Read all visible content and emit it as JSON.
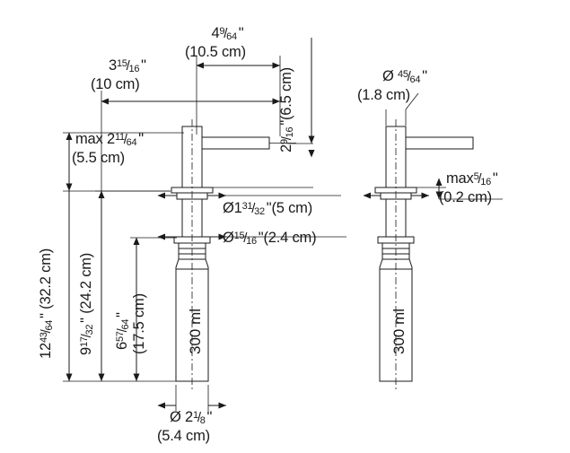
{
  "drawing": {
    "title": "Soap dispenser dimensional drawing",
    "line_color": "#1a1a1a",
    "body_fill": "#ffffff",
    "views": [
      {
        "name": "front-view-left",
        "volume_label": "300 ml"
      },
      {
        "name": "front-view-right",
        "volume_label": "300 ml"
      }
    ]
  },
  "dimensions": {
    "spout_length": {
      "name": "spout-length",
      "imperial_whole": "4",
      "imperial_num": "9",
      "imperial_den": "64",
      "metric": "(10.5 cm)"
    },
    "spout_reach": {
      "name": "spout-reach",
      "imperial_whole": "3",
      "imperial_num": "15",
      "imperial_den": "16",
      "metric": "(10 cm)"
    },
    "spout_height": {
      "name": "spout-height",
      "imperial_whole": "2",
      "imperial_num": "9",
      "imperial_den": "16",
      "metric": "(6.5 cm)"
    },
    "max_head_height": {
      "name": "max-head-height",
      "prefix": "max",
      "imperial_whole": "2",
      "imperial_num": "11",
      "imperial_den": "64",
      "metric": "(5.5 cm)"
    },
    "total_height": {
      "name": "total-height",
      "imperial_whole": "12",
      "imperial_num": "43",
      "imperial_den": "64",
      "metric": "(32.2 cm)"
    },
    "below_deck_height": {
      "name": "below-deck-height",
      "imperial_whole": "9",
      "imperial_num": "17",
      "imperial_den": "32",
      "metric": "(24.2 cm)"
    },
    "bottle_height": {
      "name": "bottle-height",
      "imperial_whole": "6",
      "imperial_num": "57",
      "imperial_den": "64",
      "metric": "(17.5 cm)"
    },
    "flange_diameter": {
      "name": "flange-diameter",
      "symbol": "Ø",
      "imperial_whole": "1",
      "imperial_num": "31",
      "imperial_den": "32",
      "metric": "(5 cm)"
    },
    "shank_diameter": {
      "name": "shank-diameter",
      "symbol": "Ø",
      "imperial_whole": "",
      "imperial_num": "15",
      "imperial_den": "16",
      "metric": "(2.4 cm)"
    },
    "bottle_diameter": {
      "name": "bottle-diameter",
      "symbol": "Ø",
      "imperial_whole": "2",
      "imperial_num": "1",
      "imperial_den": "8",
      "metric": "(5.4 cm)"
    },
    "head_diameter": {
      "name": "head-diameter",
      "symbol": "Ø",
      "imperial_whole": "",
      "imperial_num": "45",
      "imperial_den": "64",
      "metric": "(1.8 cm)"
    },
    "max_deck_thickness": {
      "name": "max-deck-thickness",
      "prefix": "max",
      "imperial_whole": "",
      "imperial_num": "5",
      "imperial_den": "16",
      "metric": "(0.2 cm)"
    }
  }
}
